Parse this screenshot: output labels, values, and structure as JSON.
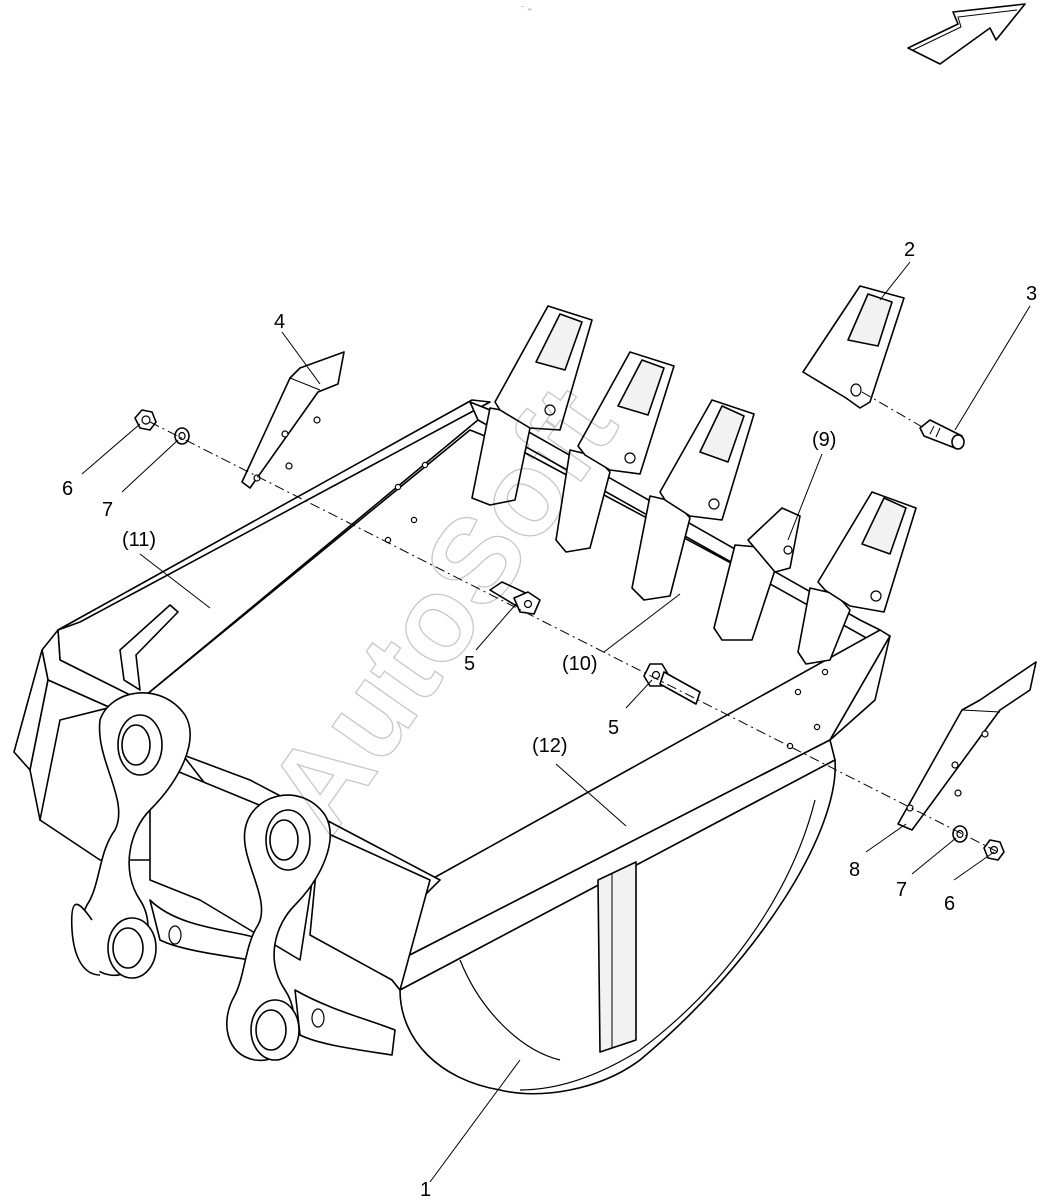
{
  "diagram": {
    "header_mark": "⁻ ₌",
    "watermark": "AutoSoft",
    "callouts": {
      "c1": "1",
      "c2": "2",
      "c3": "3",
      "c4": "4",
      "c5a": "5",
      "c5b": "5",
      "c6a": "6",
      "c6b": "6",
      "c7a": "7",
      "c7b": "7",
      "c8": "8",
      "c9": "(9)",
      "c10": "(10)",
      "c11": "(11)",
      "c12": "(12)"
    }
  }
}
